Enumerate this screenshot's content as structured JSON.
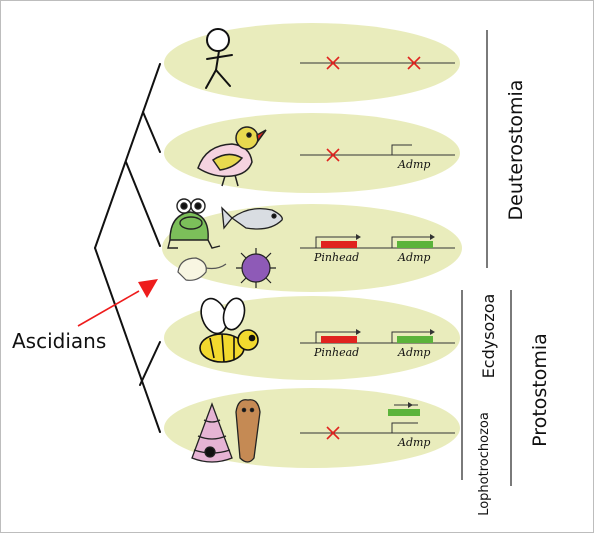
{
  "labels": {
    "deuterostomia": "Deuterostomia",
    "ecdysozoa": "Ecdysozoa",
    "protostomia": "Protostomia",
    "lophotrochozoa": "Lophotrochozoa",
    "ascidians": "Ascidians"
  },
  "genes": {
    "pinhead": "Pinhead",
    "admp": "Admp"
  },
  "colors": {
    "ellipse": "#e9ecbc",
    "pinhead": "#e0231f",
    "admp": "#5bb33b",
    "loss": "#e0231f",
    "arrow": "#ee1c1c"
  },
  "rows": [
    {
      "taxon": "human-figure",
      "pinhead": "lost",
      "admp": "lost"
    },
    {
      "taxon": "bird",
      "pinhead": "lost",
      "admp": "present"
    },
    {
      "taxon": "frog, fish, sea urchin, ascidian",
      "pinhead": "present",
      "admp": "present"
    },
    {
      "taxon": "bee",
      "pinhead": "present",
      "admp": "present"
    },
    {
      "taxon": "snail, flatworm",
      "pinhead": "lost",
      "admp": "present"
    }
  ]
}
